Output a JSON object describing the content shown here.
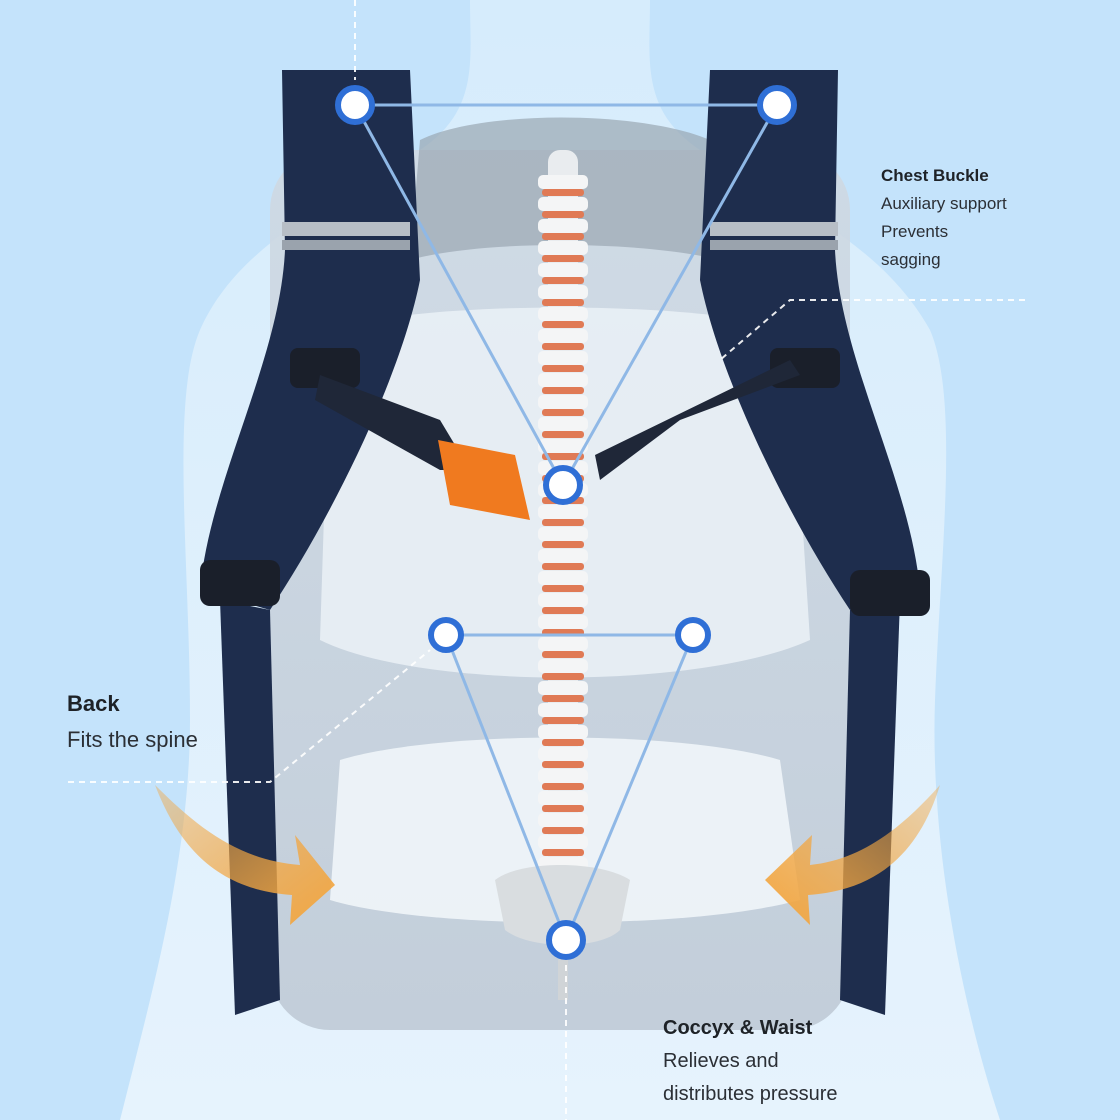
{
  "labels": {
    "chest": {
      "title": "Chest Buckle",
      "lines": [
        "Auxiliary support",
        "Prevents",
        "sagging"
      ]
    },
    "back": {
      "title": "Back",
      "lines": [
        "Fits the spine"
      ]
    },
    "coccyx": {
      "title": "Coccyx & Waist",
      "lines": [
        "Relieves and",
        "distributes pressure"
      ]
    }
  },
  "colors": {
    "background": "#c4e3fb",
    "strap": "#1e2d4d",
    "buckle": "#f07a1f",
    "node": "#2f6fd6",
    "arrow": "#f2a641",
    "line": "#8fb8e6"
  }
}
